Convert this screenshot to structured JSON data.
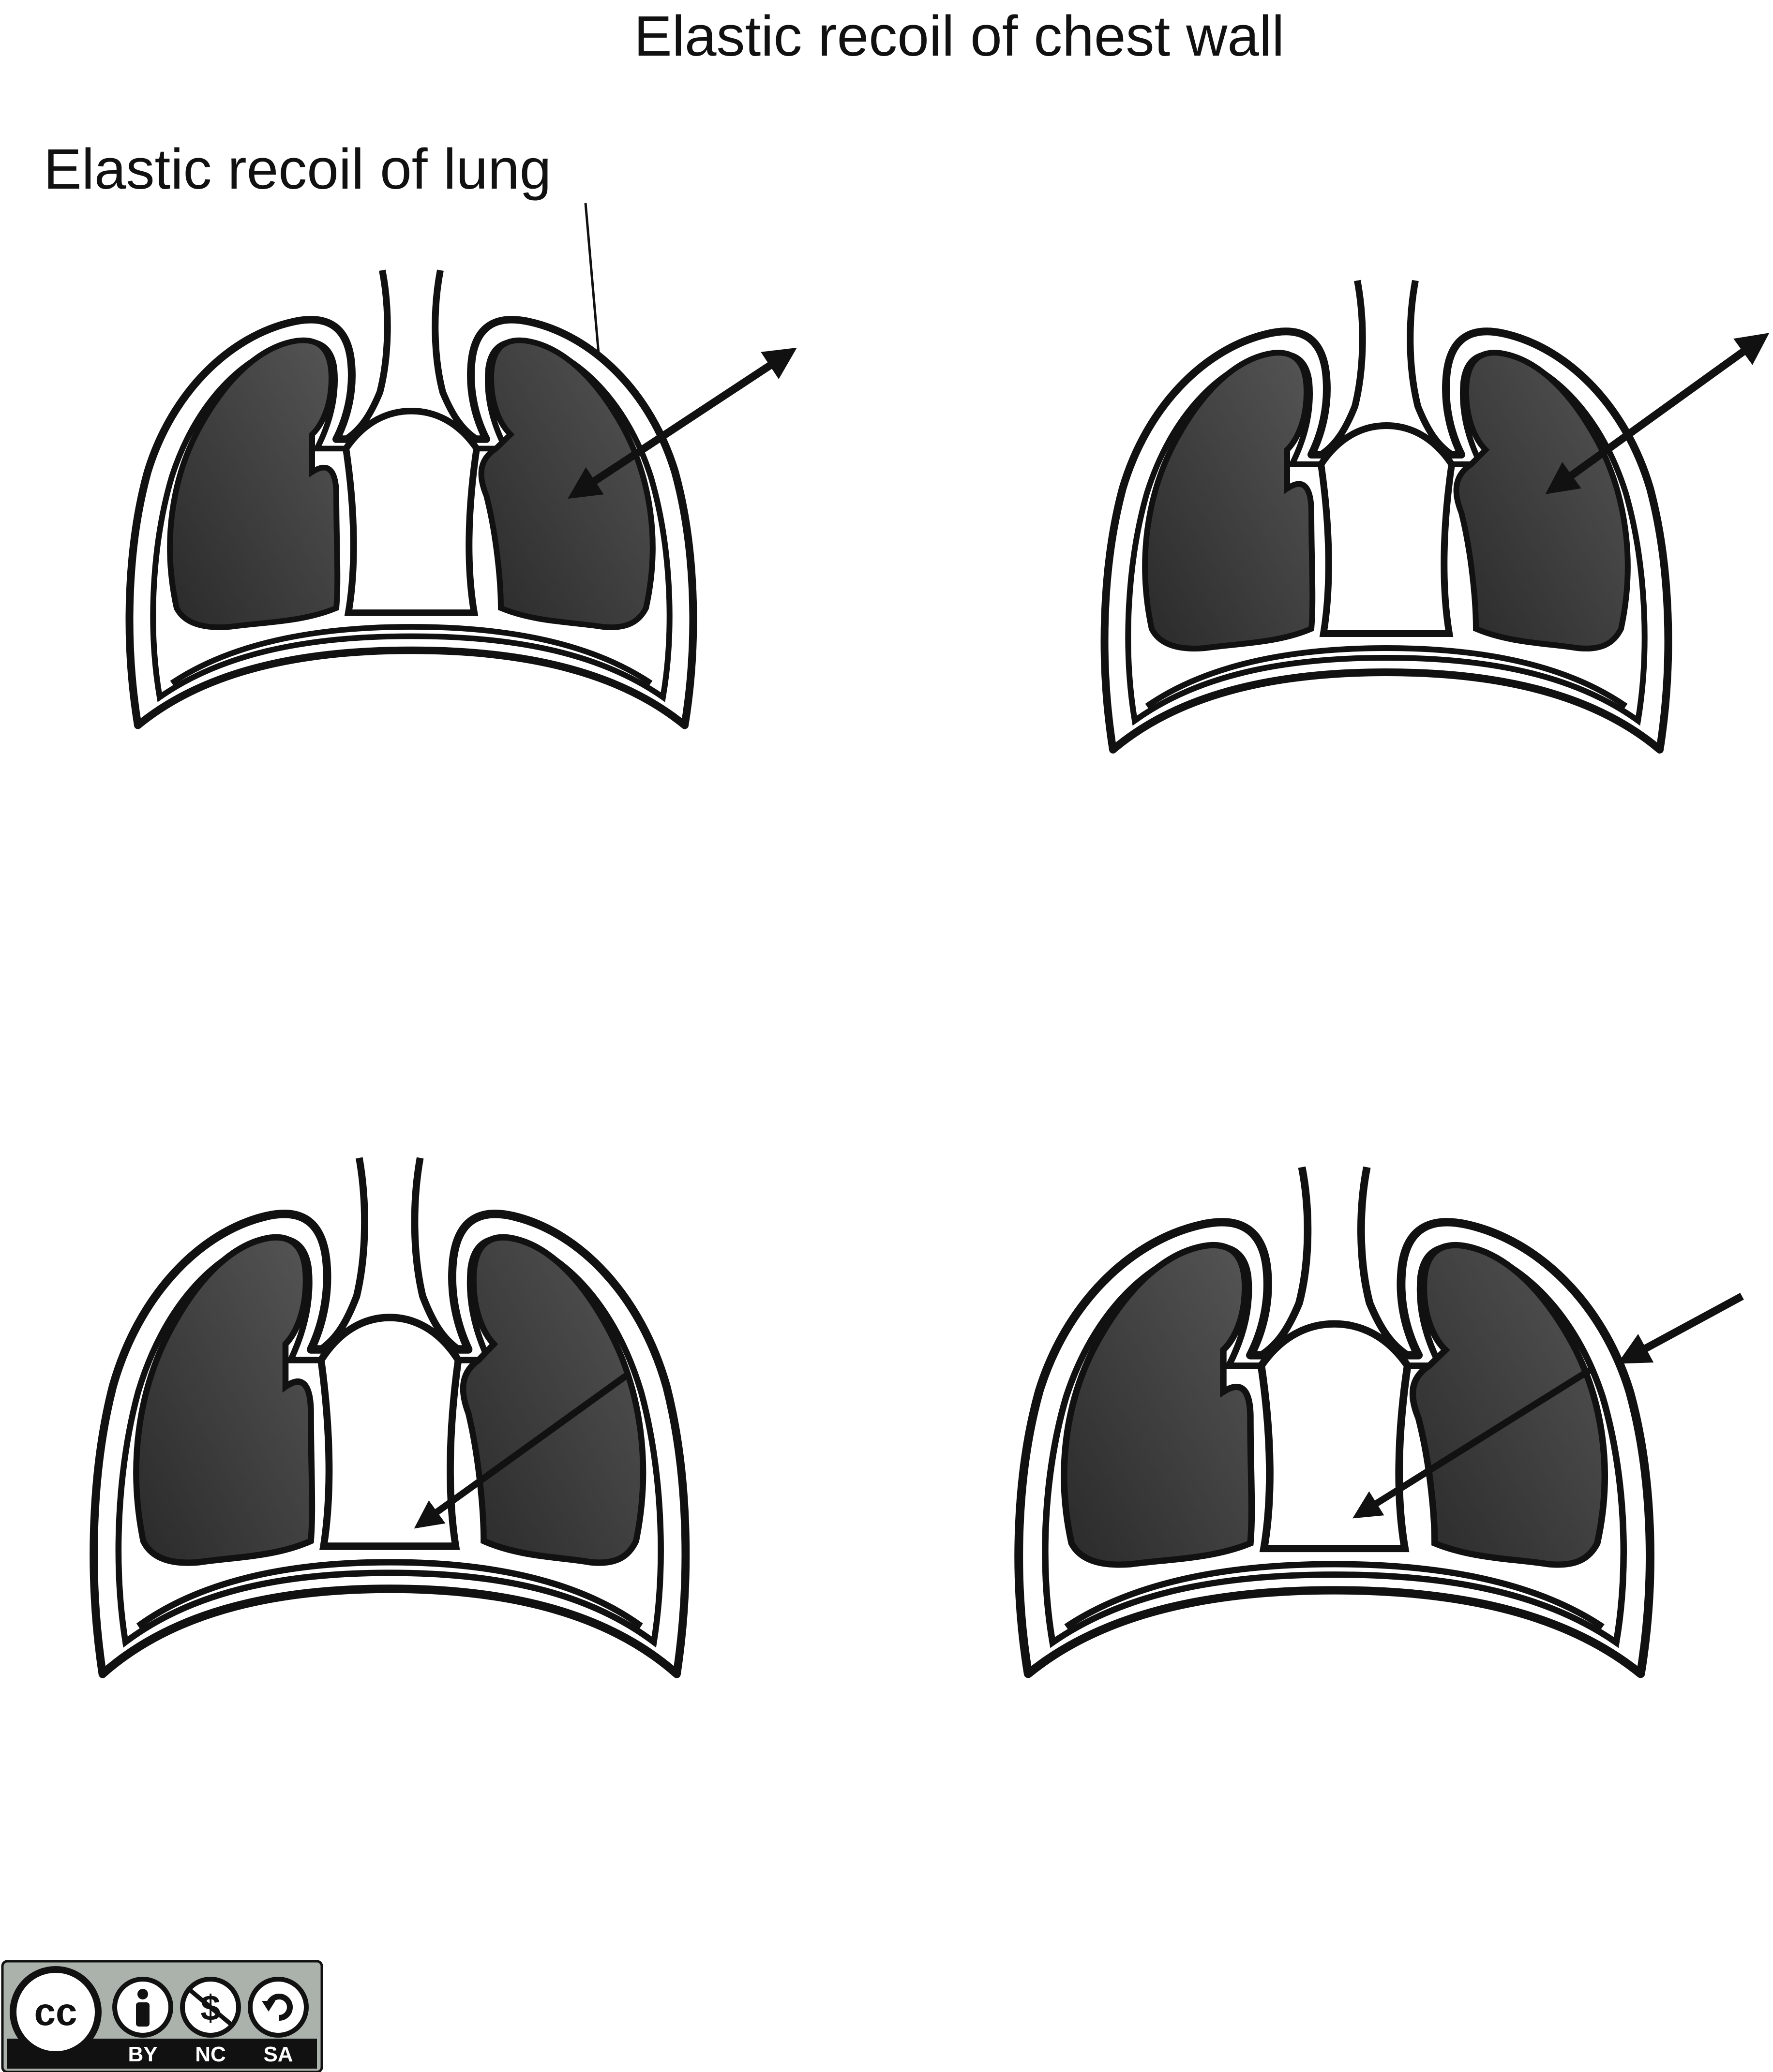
{
  "labels": {
    "chest_wall": "Elastic recoil of chest wall",
    "lung": "Elastic recoil of lung"
  },
  "license_badge": {
    "cc": "cc",
    "by": "BY",
    "nc": "NC",
    "sa": "SA"
  },
  "colors": {
    "lung_fill": "#3a3a3a",
    "outline": "#111111",
    "badge_bg": "#111111"
  }
}
